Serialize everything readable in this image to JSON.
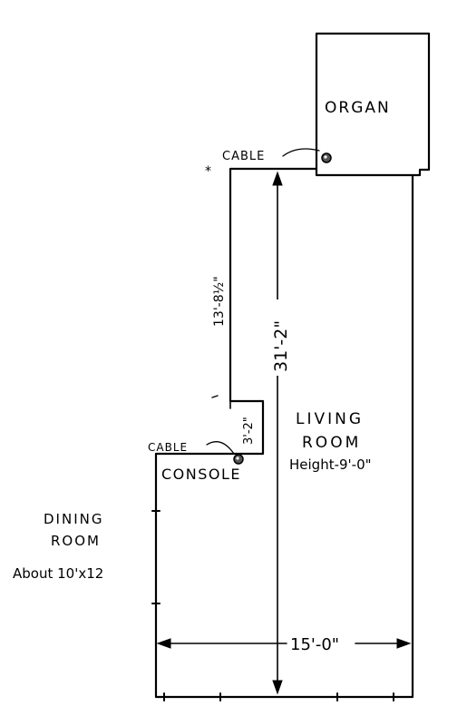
{
  "labels": {
    "organ": "ORGAN",
    "cable_top": "CABLE",
    "cable_bottom": "CABLE",
    "console": "CONSOLE",
    "living_room": "LIVING",
    "living_room_2": "ROOM",
    "living_height": "Height-9'-0\"",
    "dining_room": "DINING",
    "dining_room_2": "ROOM",
    "dining_size": "About 10'x12"
  },
  "dimensions": {
    "wall_upper": "13'-8½\"",
    "wall_step": "3'-2\"",
    "room_length": "31'-2\"",
    "room_width": "15'-0\""
  },
  "colors": {
    "ink": "#000000",
    "background": "#ffffff"
  }
}
